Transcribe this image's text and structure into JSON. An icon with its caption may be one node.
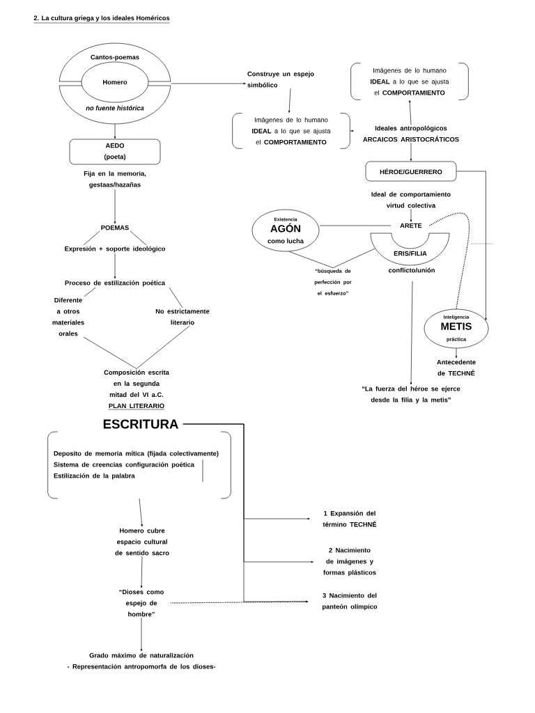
{
  "diagram": {
    "title": "2. La cultura griega y los ideales Homéricos",
    "nodes": [
      {
        "text": [
          "Cantos-poemas",
          "*no fuente histórica*"
        ]
      },
      {
        "text": [
          "Homero"
        ],
        "in": 0
      },
      {
        "text": [
          "AEDO",
          "(poeta)"
        ]
      },
      {
        "text": [
          "Fija en la memoria, gestaas/hazañas"
        ]
      },
      {
        "text": [
          "POEMAS"
        ]
      },
      {
        "text": [
          "Expresión + soporte ideológico"
        ]
      },
      {
        "text": [
          "Proceso de estilización poética"
        ]
      },
      {
        "text": [
          "Diferente a otros materiales orales"
        ]
      },
      {
        "text": [
          "No estrictamente literario"
        ]
      },
      {
        "text": [
          "Composición escrita en la segunda mitad del VI a.C.",
          "PLAN LITERARIO"
        ]
      },
      {
        "text": [
          "ESCRITURA"
        ]
      },
      {
        "text": [
          "Deposito de memoria mítica (fijada colectivamente)",
          "Sistema de creencias configuración poética",
          "Estilización de la palabra"
        ]
      },
      {
        "text": [
          "Homero cubre espacio cultural de sentido sacro"
        ]
      },
      {
        "text": [
          "“Dioses como espejo de hombre”"
        ]
      },
      {
        "text": [
          "Grado máximo de naturalización",
          "- Representación antropomorfa de los dioses-"
        ]
      },
      {
        "text": [
          "1 Expansión del término TECHNÉ"
        ]
      },
      {
        "text": [
          "2 Nacimiento de imágenes y formas plásticos"
        ]
      },
      {
        "text": [
          "3 Nacimiento del panteón olímpico"
        ]
      },
      {
        "text": [
          "Construye un espejo simbólico"
        ]
      },
      {
        "text": [
          "Imágenes de lo humano **IDEAL** a lo que se ajusta el **COMPORTAMIENTO**"
        ]
      },
      {
        "text": [
          "Ideales antropológicos",
          "ARCAICOS ARISTOCRÁTICOS"
        ]
      },
      {
        "text": [
          "Imágenes de lo humano **IDEAL** a lo que se ajusta el **COMPORTAMIENTO**"
        ]
      },
      {
        "text": [
          "HÉROE/GUERRERO"
        ]
      },
      {
        "text": [
          "Ideal de comportamiento virtud colectiva"
        ]
      },
      {
        "text": [
          "ARETE"
        ]
      },
      {
        "text": [
          "Existencia",
          "AGÓN",
          "como lucha"
        ]
      },
      {
        "text": [
          "ERIS/FILIA"
        ],
        "beside": [
          "conflicto/unión"
        ]
      },
      {
        "text": [
          "“búsqueda de perfección por el esfuerzo”"
        ]
      },
      {
        "text": [
          "Inteligencia",
          "METIS",
          "práctica"
        ]
      },
      {
        "text": [
          "Antecedente de TECHNÉ"
        ]
      },
      {
        "text": [
          "“La fuerza del héroe se ejerce desde la filia y la metis”"
        ]
      }
    ],
    "edges": [
      {
        "from": 0,
        "to": 18,
        "arrow": "to"
      },
      {
        "from": 0,
        "to": 2,
        "arrow": "to"
      },
      {
        "from": 3,
        "to": 4,
        "arrow": "to"
      },
      {
        "from": 4,
        "to": 5,
        "arrow": "none"
      },
      {
        "from": 5,
        "to": 6,
        "arrow": "to"
      },
      {
        "from": 6,
        "to": 7,
        "arrow": "none"
      },
      {
        "from": 6,
        "to": 8,
        "arrow": "none"
      },
      {
        "from": 7,
        "to": 9,
        "arrow": "none"
      },
      {
        "from": 8,
        "to": 9,
        "arrow": "none"
      },
      {
        "from": 10,
        "to": 15,
        "arrow": "to"
      },
      {
        "from": 10,
        "to": 16,
        "arrow": "to"
      },
      {
        "from": 10,
        "to": 17,
        "arrow": "to"
      },
      {
        "from": 13,
        "to": 17,
        "arrow": "to",
        "style": "dashed"
      },
      {
        "from": 11,
        "to": 12,
        "arrow": "to"
      },
      {
        "from": 12,
        "to": 13,
        "arrow": "to"
      },
      {
        "from": 13,
        "to": 14,
        "arrow": "to"
      },
      {
        "from": 18,
        "to": 19,
        "arrow": "to"
      },
      {
        "from": 19,
        "to": 20,
        "arrow": "to"
      },
      {
        "from": 20,
        "to": 21,
        "arrow": "to"
      },
      {
        "from": 20,
        "to": 22,
        "arrow": "to"
      },
      {
        "from": 22,
        "to": 28,
        "arrow": "to"
      },
      {
        "from": 23,
        "to": 24,
        "arrow": "to"
      },
      {
        "from": 24,
        "to": 25,
        "arrow": "none"
      },
      {
        "from": 24,
        "to": 28,
        "arrow": "none",
        "style": "dashed"
      },
      {
        "from": 25,
        "to": 27,
        "arrow": "none"
      },
      {
        "from": 26,
        "to": 27,
        "arrow": "none"
      },
      {
        "from": 26,
        "to": 30,
        "arrow": "to"
      },
      {
        "from": 28,
        "to": 29,
        "arrow": "to"
      }
    ]
  }
}
